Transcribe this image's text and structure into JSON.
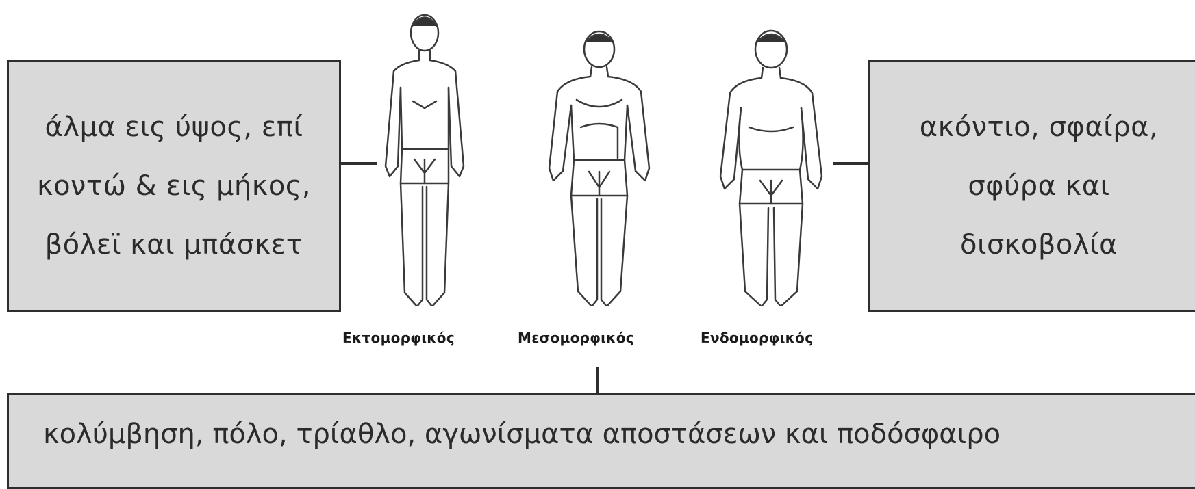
{
  "left_box": {
    "lines": [
      "άλμα εις ύψος, επί",
      "κοντώ & εις μήκος,",
      "βόλεϊ και μπάσκετ"
    ]
  },
  "right_box": {
    "lines": [
      "ακόντιο, σφαίρα,",
      "σφύρα και",
      "δισκοβολία"
    ]
  },
  "bottom_box": {
    "text": "κολύμβηση, πόλο, τρίαθλο, αγωνίσματα αποστάσεων και ποδόσφαιρο"
  },
  "labels": {
    "ectomorph": "Εκτομορφικός",
    "mesomorph": "Μεσομορφικός",
    "endomorph": "Ενδομορφικός"
  },
  "icons": [
    "ectomorph-figure-icon",
    "mesomorph-figure-icon",
    "endomorph-figure-icon"
  ]
}
